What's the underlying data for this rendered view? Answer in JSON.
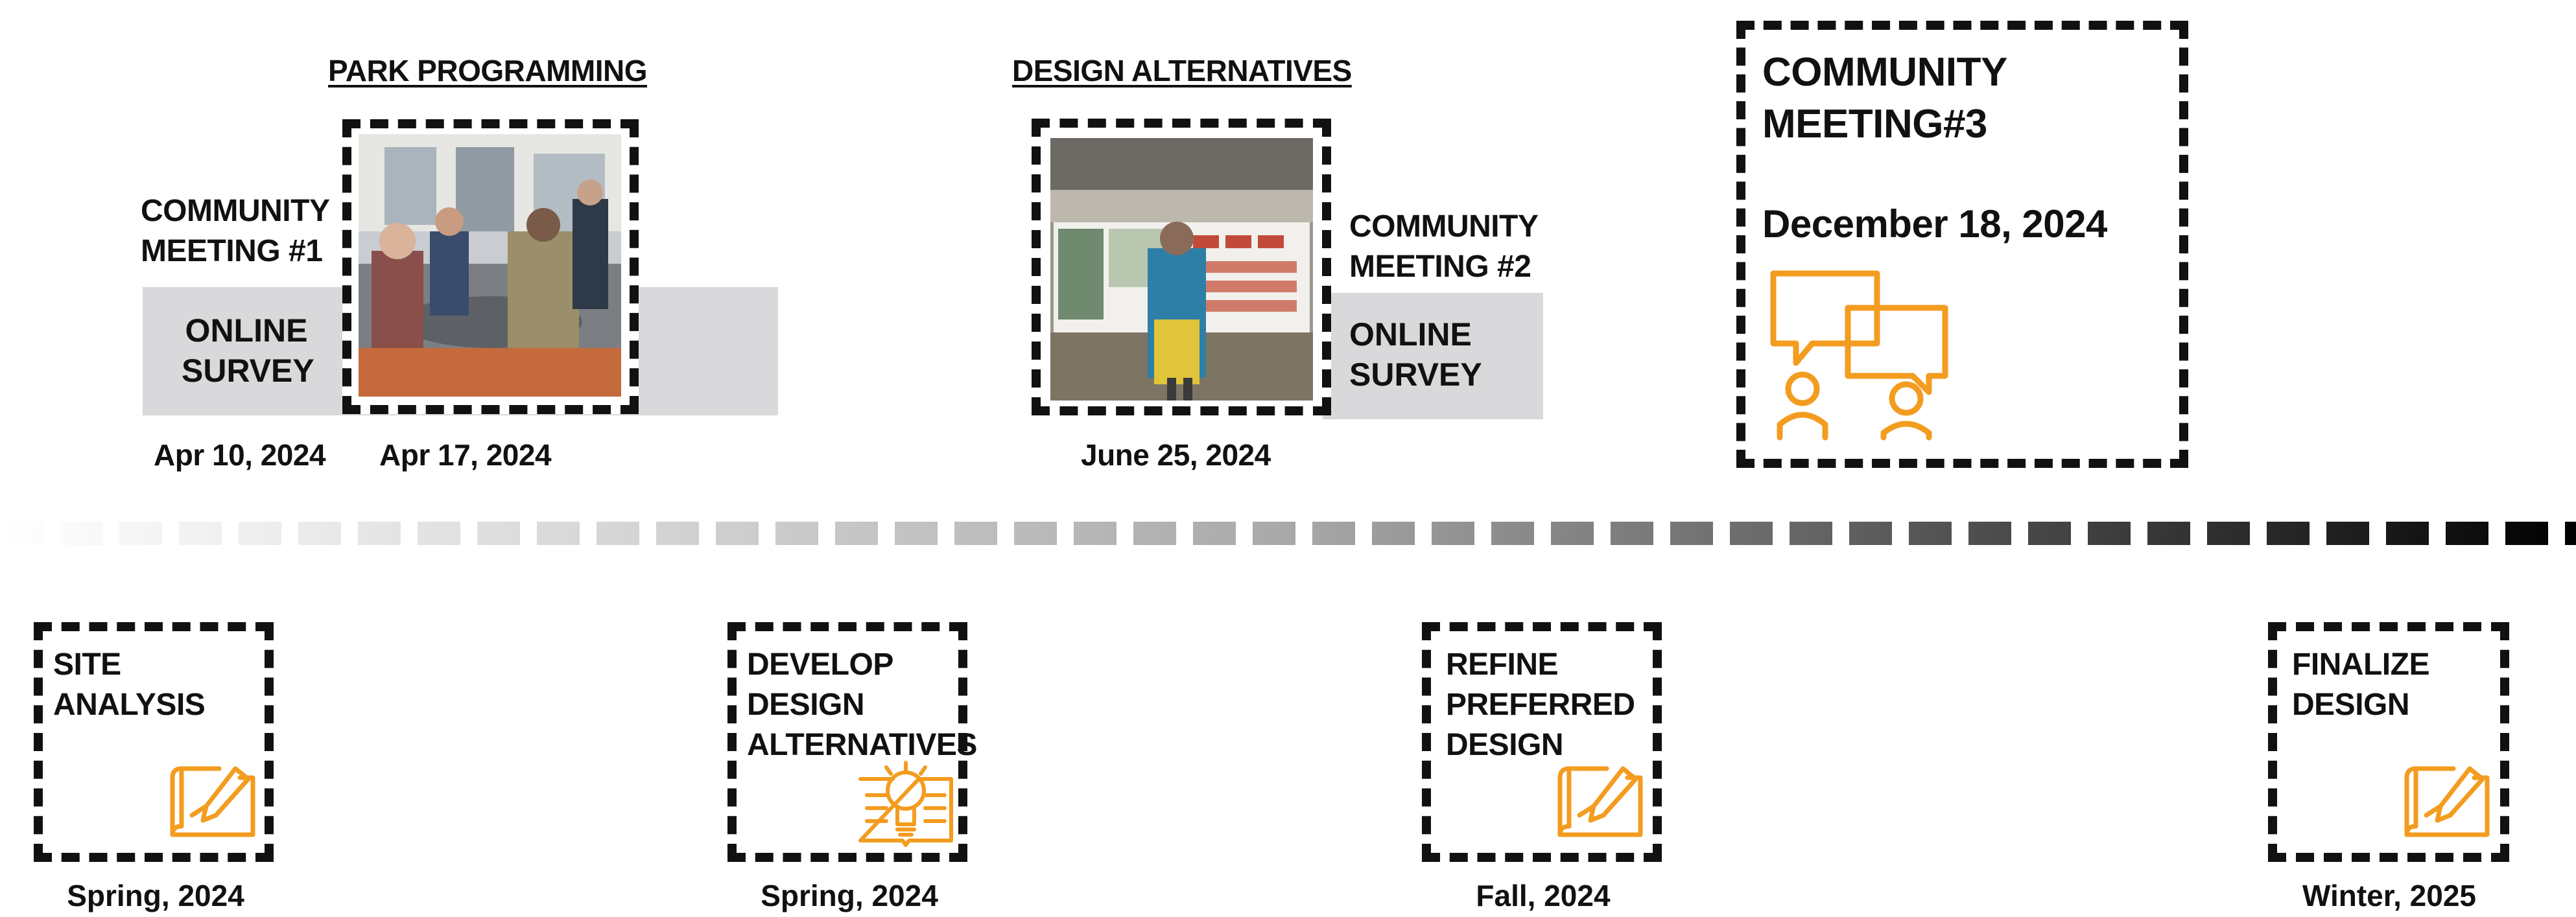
{
  "milestones": {
    "park_programming": {
      "heading": "PARK PROGRAMMING",
      "meeting_label": "COMMUNITY\nMEETING #1",
      "survey_label": "ONLINE\nSURVEY",
      "date_survey": "Apr 10, 2024",
      "date_meeting": "Apr 17, 2024"
    },
    "design_alternatives": {
      "heading": "DESIGN ALTERNATIVES",
      "meeting_label": "COMMUNITY\nMEETING #2",
      "survey_label": "ONLINE\nSURVEY",
      "date": "June 25, 2024"
    },
    "meeting_3": {
      "title": "COMMUNITY\nMEETING#3",
      "date": "December 18, 2024",
      "icon": "community-meeting-icon"
    }
  },
  "phases": [
    {
      "title": "SITE\nANALYSIS",
      "date": "Spring, 2024",
      "icon": "drawing-plan-icon"
    },
    {
      "title": "DEVELOP\nDESIGN\nALTERNATIVES",
      "date": "Spring, 2024",
      "icon": "lightbulb-book-icon"
    },
    {
      "title": "REFINE\nPREFERRED\nDESIGN",
      "date": "Fall, 2024",
      "icon": "drawing-plan-icon"
    },
    {
      "title": "FINALIZE\nDESIGN",
      "date": "Winter, 2025",
      "icon": "drawing-plan-icon"
    }
  ],
  "colors": {
    "accent": "#f39c1f",
    "border": "#111111",
    "survey_band": "#d9d9db"
  }
}
